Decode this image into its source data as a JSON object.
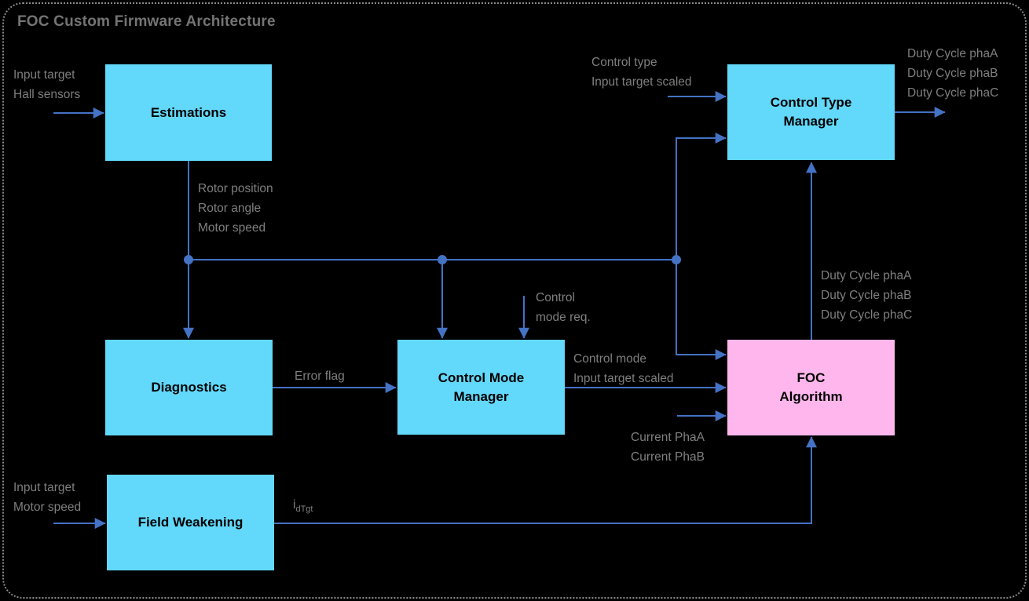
{
  "title": "FOC Custom Firmware Architecture",
  "colors": {
    "block_cyan": "#62D8FA",
    "block_pink": "#FFB6EC",
    "connector": "#4472C4",
    "label_gray": "#7F7F7F",
    "background": "#000000"
  },
  "blocks": {
    "estimations": {
      "label": "Estimations"
    },
    "control_type_manager": {
      "label": "Control Type\nManager"
    },
    "diagnostics": {
      "label": "Diagnostics"
    },
    "control_mode_manager": {
      "label": "Control Mode\nManager"
    },
    "foc_algorithm": {
      "label": "FOC\nAlgorithm"
    },
    "field_weakening": {
      "label": "Field Weakening"
    }
  },
  "labels": {
    "estimations_inputs": "Input target\nHall sensors",
    "ctm_inputs": "Control type\nInput target scaled",
    "duty_cycle_outputs": "Duty Cycle phaA\nDuty Cycle phaB\nDuty Cycle phaC",
    "estimations_outputs": "Rotor position\nRotor angle\nMotor speed",
    "control_mode_request": "Control\nmode req.",
    "error_flag": "Error flag",
    "cmm_outputs": "Control mode\nInput target scaled",
    "current_inputs": "Current PhaA\nCurrent PhaB",
    "foc_duty_outputs": "Duty Cycle phaA\nDuty Cycle phaB\nDuty Cycle phaC",
    "fw_inputs": "Input target\nMotor speed",
    "idtgt": {
      "base": "i",
      "sub": "dTgt"
    }
  }
}
